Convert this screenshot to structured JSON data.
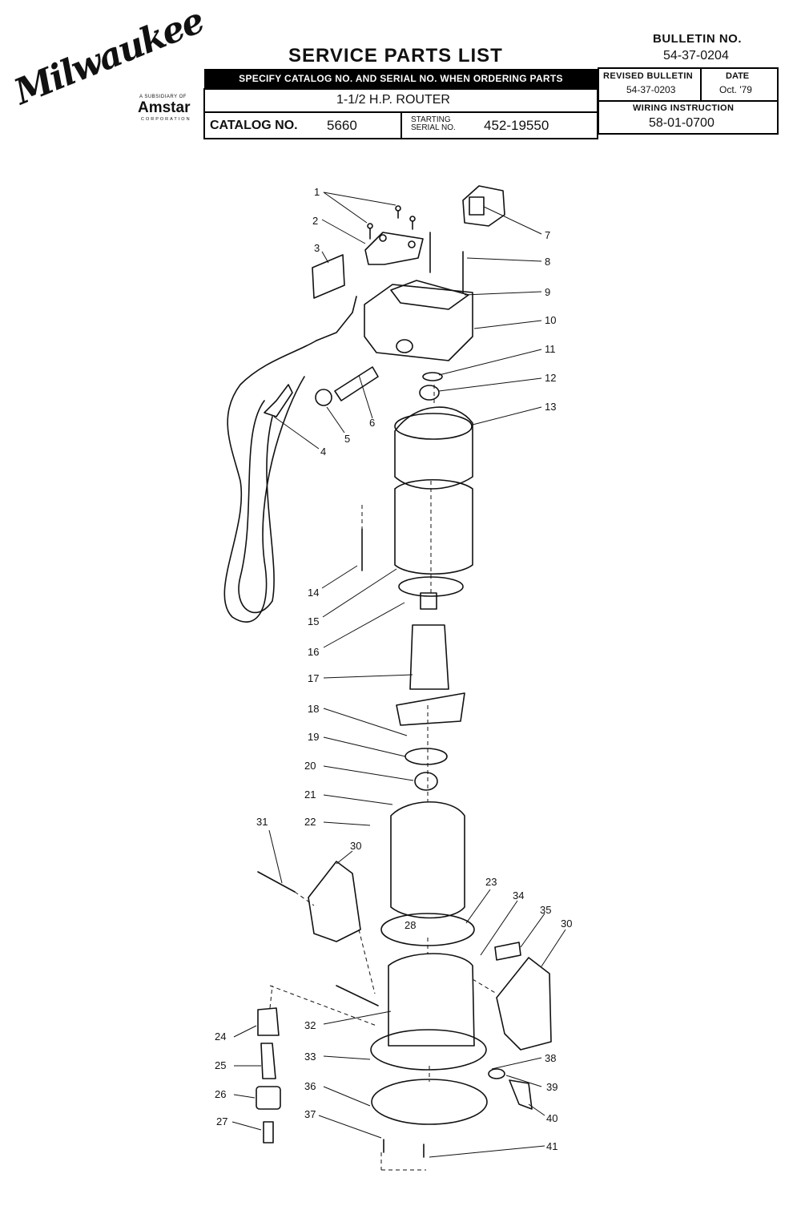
{
  "brand": {
    "logo": "Milwaukee",
    "subsidiary": "A SUBSIDIARY OF",
    "parent": "Amstar",
    "corporation": "CORPORATION"
  },
  "header": {
    "title": "SERVICE PARTS LIST",
    "bulletin_label": "BULLETIN NO.",
    "bulletin_number": "54-37-0204",
    "order_note": "SPECIFY CATALOG NO. AND SERIAL NO. WHEN ORDERING PARTS",
    "product": "1-1/2 H.P. ROUTER",
    "catalog_label": "CATALOG NO.",
    "catalog_number": "5660",
    "serial_label_1": "STARTING",
    "serial_label_2": "SERIAL NO.",
    "serial_number": "452-19550",
    "revised_label": "REVISED BULLETIN",
    "revised_number": "54-37-0203",
    "date_label": "DATE",
    "date_value": "Oct. '79",
    "wiring_label": "WIRING INSTRUCTION",
    "wiring_number": "58-01-0700"
  },
  "callouts": [
    "1",
    "2",
    "3",
    "4",
    "5",
    "6",
    "7",
    "8",
    "9",
    "10",
    "11",
    "12",
    "13",
    "14",
    "15",
    "16",
    "17",
    "18",
    "19",
    "20",
    "21",
    "22",
    "23",
    "24",
    "25",
    "26",
    "27",
    "28",
    "30",
    "30",
    "31",
    "32",
    "33",
    "34",
    "35",
    "36",
    "37",
    "38",
    "39",
    "40",
    "41"
  ]
}
